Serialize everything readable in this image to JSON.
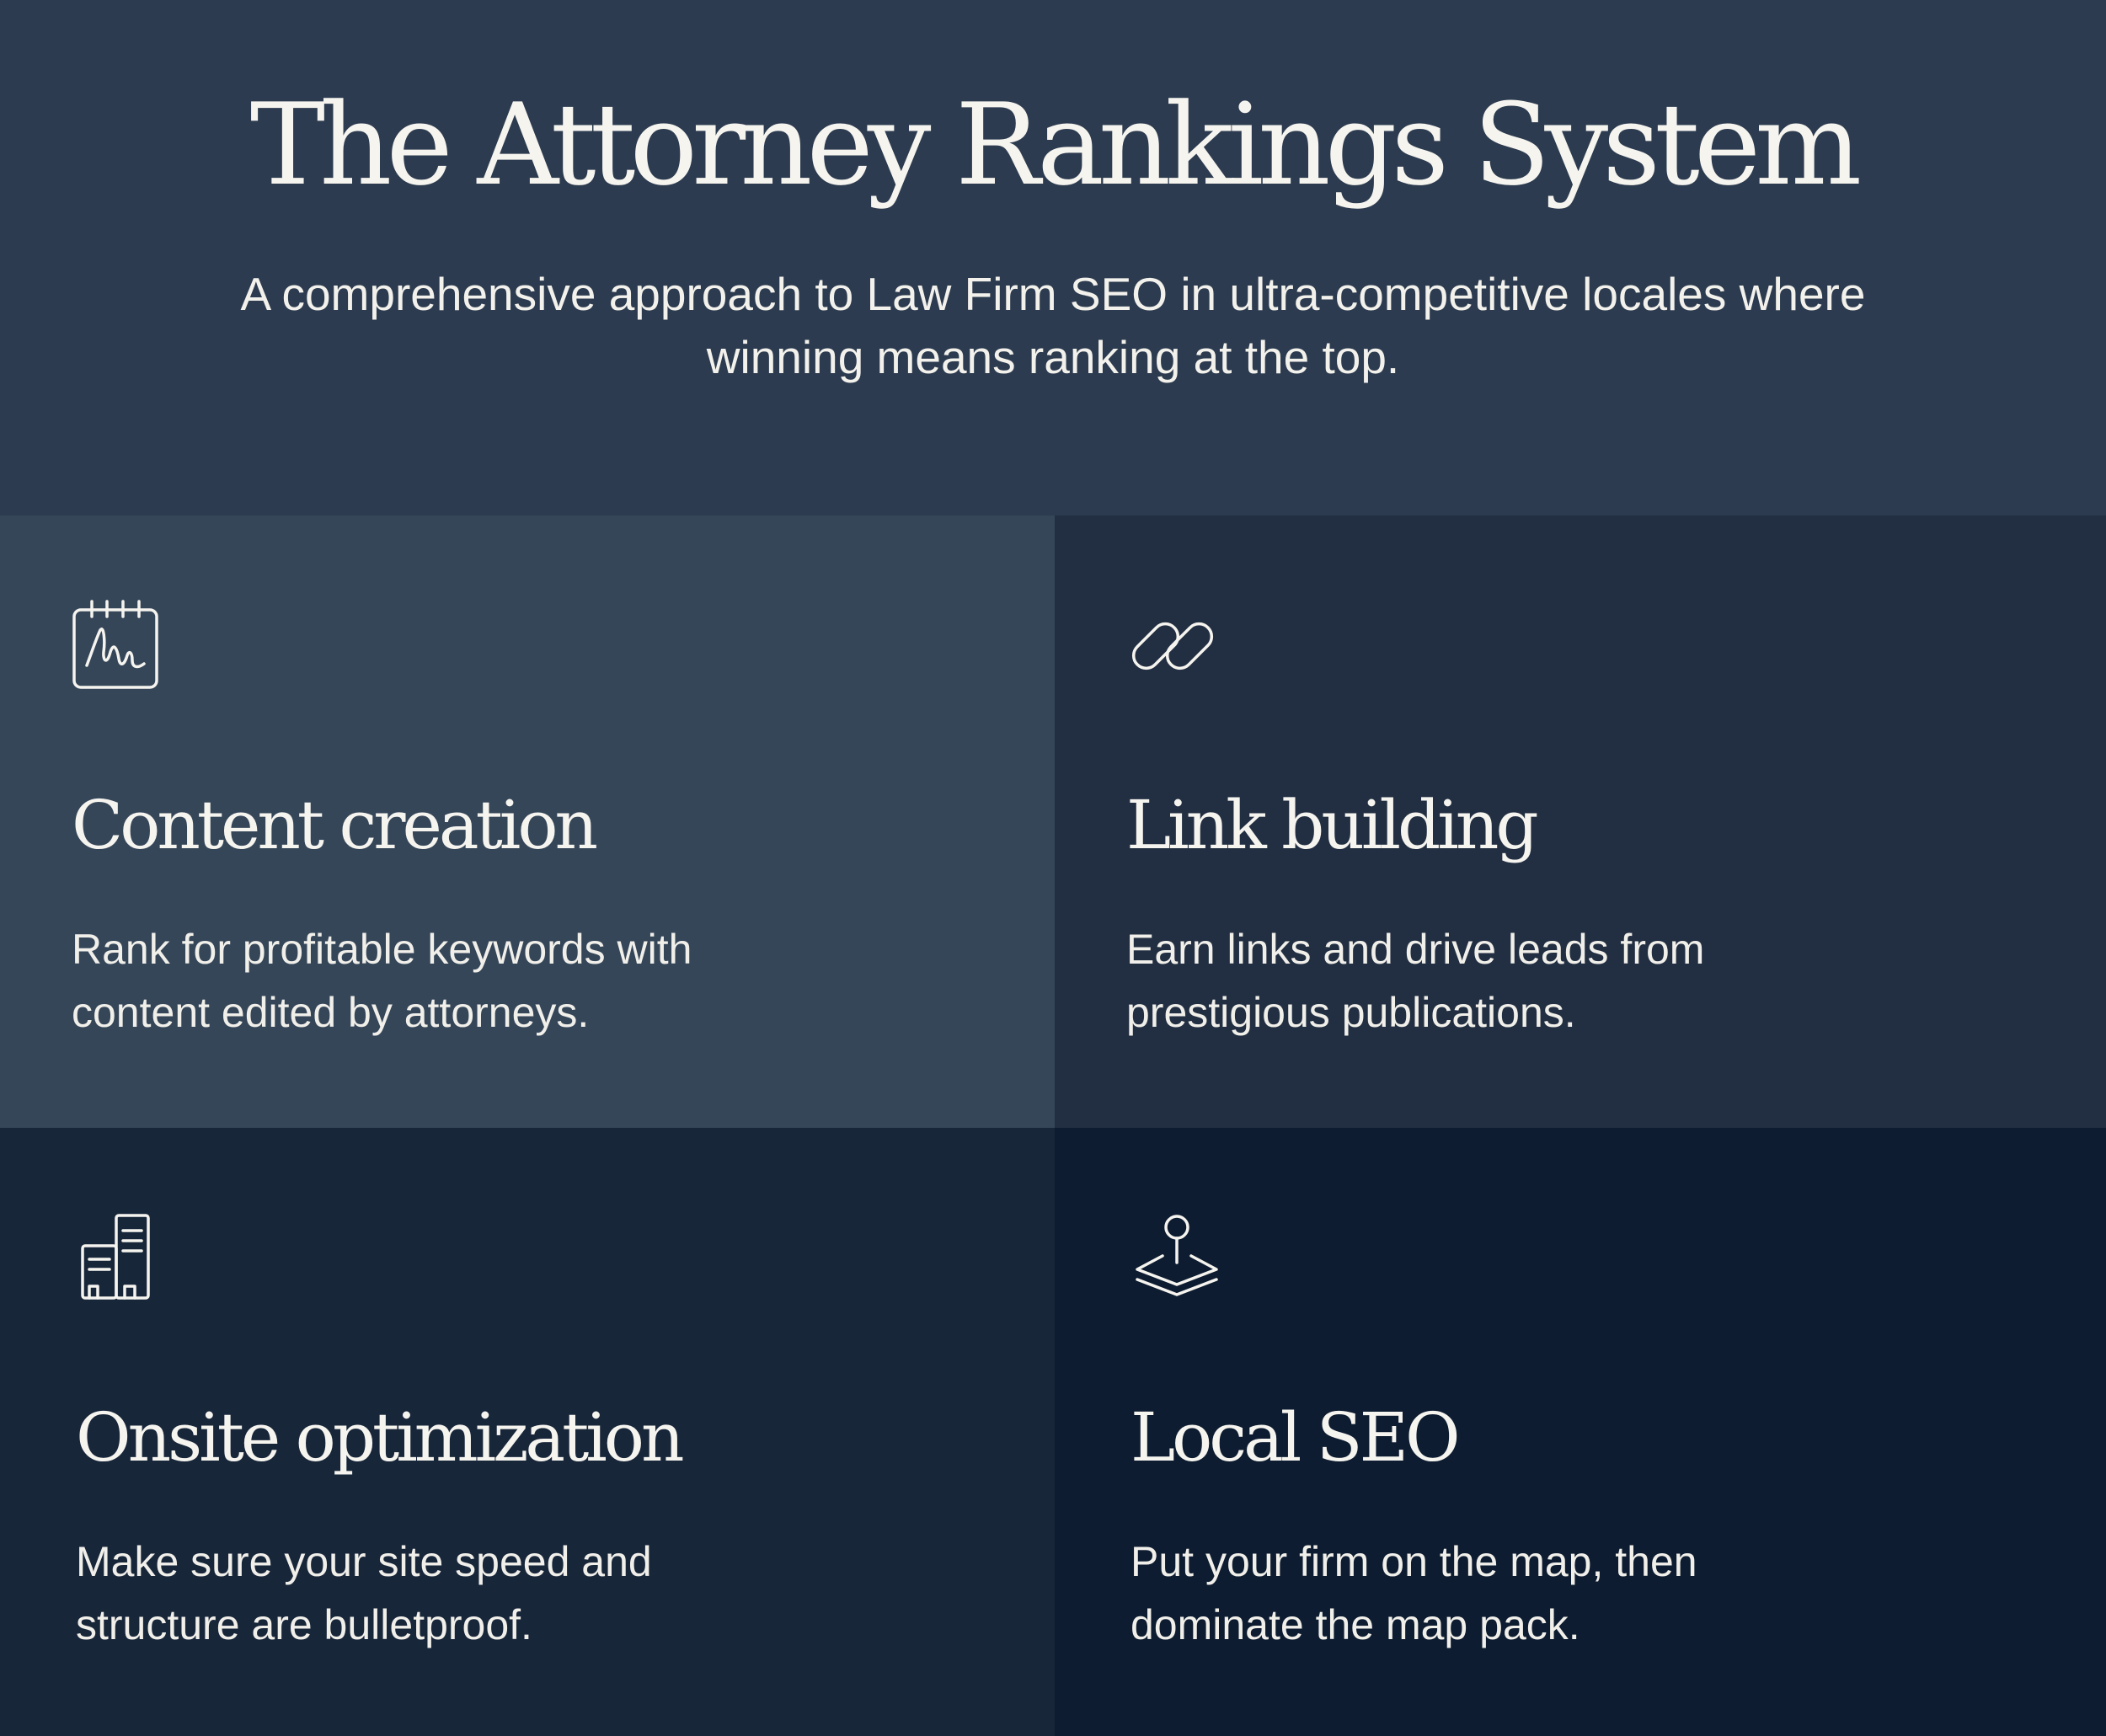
{
  "hero": {
    "title": "The Attorney Rankings System",
    "subtitle": "A comprehensive approach to Law Firm SEO in ultra-competitive locales where winning means ranking at the top."
  },
  "colors": {
    "hero_background": "#2c3b4f",
    "card_content_creation": "#354659",
    "card_link_building": "#222f42",
    "card_onsite_optimization": "#18263a",
    "card_local_seo": "#0d1c30",
    "text": "#f6f4ef"
  },
  "cards": [
    {
      "icon": "calendar-signature-icon",
      "title": "Content creation",
      "text": "Rank for profitable keywords with content edited by attorneys."
    },
    {
      "icon": "chain-link-icon",
      "title": "Link building",
      "text": "Earn links and drive leads from prestigious publications."
    },
    {
      "icon": "buildings-icon",
      "title": "Onsite optimization",
      "text": "Make sure your site speed and structure are bulletproof."
    },
    {
      "icon": "map-pin-layers-icon",
      "title": "Local SEO",
      "text": "Put your firm on the map, then dominate the map pack."
    }
  ]
}
